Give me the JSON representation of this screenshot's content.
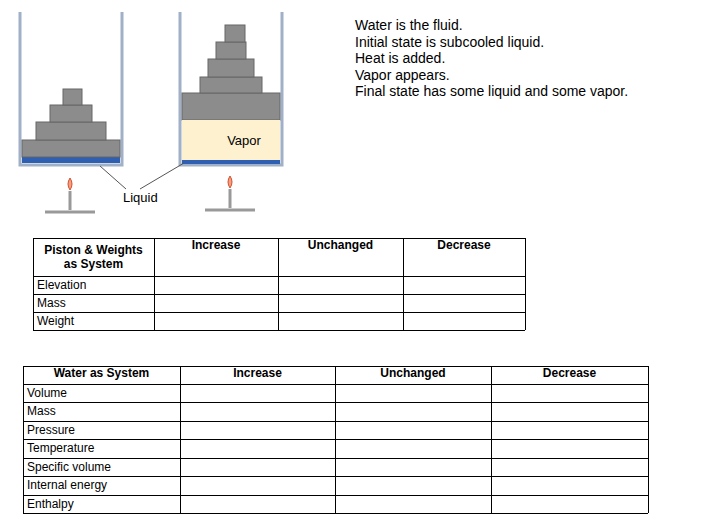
{
  "diagram": {
    "nodes": [
      {
        "text": [
          "Vapor"
        ]
      }
    ],
    "labels": [
      "Liquid",
      "Water is the fluid.",
      "Initial state is subcooled liquid.",
      "Heat is added.",
      "Vapor appears.",
      "Final state has some liquid and some vapor.",
      "Piston & Weights as System",
      "Increase",
      "Unchanged",
      "Decrease",
      "Elevation",
      "Mass",
      "Weight",
      "Water as System",
      "Increase",
      "Unchanged",
      "Decrease",
      "Volume",
      "Mass",
      "Pressure",
      "Temperature",
      "Specific volume",
      "Internal energy",
      "Enthalpy"
    ]
  }
}
